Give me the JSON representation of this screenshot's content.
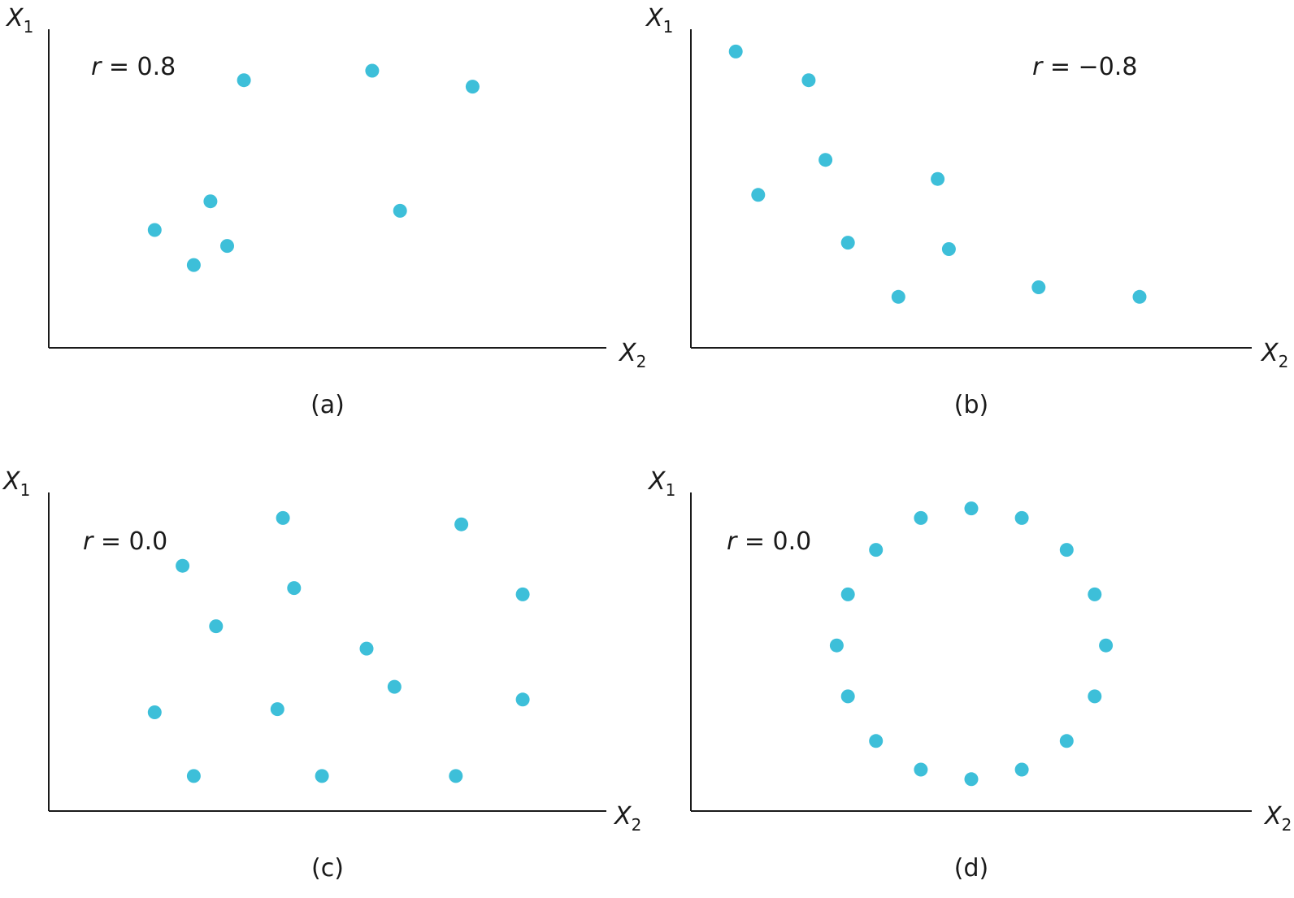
{
  "colors": {
    "point": "#3dbfd9",
    "axis": "#1a1a1a"
  },
  "chart_data": [
    {
      "type": "scatter",
      "panel_label": "(a)",
      "annotation": {
        "italic": "r",
        "text": " = 0.8"
      },
      "xlabel": {
        "main": "X",
        "sub": "2"
      },
      "ylabel": {
        "main": "X",
        "sub": "1"
      },
      "xlim": [
        0,
        10
      ],
      "ylim": [
        0,
        10
      ],
      "grid": false,
      "x": [
        1.9,
        2.6,
        2.9,
        3.2,
        3.5,
        5.8,
        6.3,
        7.6
      ],
      "y": [
        3.7,
        2.6,
        4.6,
        3.2,
        8.4,
        8.7,
        4.3,
        8.2
      ]
    },
    {
      "type": "scatter",
      "panel_label": "(b)",
      "annotation": {
        "italic": "r",
        "text": " = −0.8"
      },
      "xlabel": {
        "main": "X",
        "sub": "2"
      },
      "ylabel": {
        "main": "X",
        "sub": "1"
      },
      "xlim": [
        0,
        10
      ],
      "ylim": [
        0,
        10
      ],
      "grid": false,
      "x": [
        0.8,
        1.2,
        2.1,
        2.4,
        2.8,
        3.7,
        4.4,
        4.6,
        6.2,
        8.0
      ],
      "y": [
        9.3,
        4.8,
        8.4,
        5.9,
        3.3,
        1.6,
        5.3,
        3.1,
        1.9,
        1.6
      ]
    },
    {
      "type": "scatter",
      "panel_label": "(c)",
      "annotation": {
        "italic": "r",
        "text": " = 0.0"
      },
      "xlabel": {
        "main": "X",
        "sub": "2"
      },
      "ylabel": {
        "main": "X",
        "sub": "1"
      },
      "xlim": [
        0,
        10
      ],
      "ylim": [
        0,
        10
      ],
      "grid": false,
      "x": [
        1.9,
        2.4,
        2.6,
        3.0,
        4.1,
        4.2,
        4.4,
        4.9,
        5.7,
        6.2,
        7.3,
        7.4,
        8.5,
        8.5
      ],
      "y": [
        3.1,
        7.7,
        1.1,
        5.8,
        3.2,
        9.2,
        7.0,
        1.1,
        5.1,
        3.9,
        1.1,
        9.0,
        6.8,
        3.5
      ]
    },
    {
      "type": "scatter",
      "panel_label": "(d)",
      "annotation": {
        "italic": "r",
        "text": " = 0.0"
      },
      "xlabel": {
        "main": "X",
        "sub": "2"
      },
      "ylabel": {
        "main": "X",
        "sub": "1"
      },
      "xlim": [
        0,
        10
      ],
      "ylim": [
        0,
        10
      ],
      "grid": false,
      "x": [
        5.0,
        5.9,
        6.7,
        7.2,
        7.4,
        7.2,
        6.7,
        5.9,
        5.0,
        4.1,
        3.3,
        2.8,
        2.6,
        2.8,
        3.3,
        4.1
      ],
      "y": [
        9.5,
        9.2,
        8.2,
        6.8,
        5.2,
        3.6,
        2.2,
        1.3,
        1.0,
        1.3,
        2.2,
        3.6,
        5.2,
        6.8,
        8.2,
        9.2
      ]
    }
  ]
}
